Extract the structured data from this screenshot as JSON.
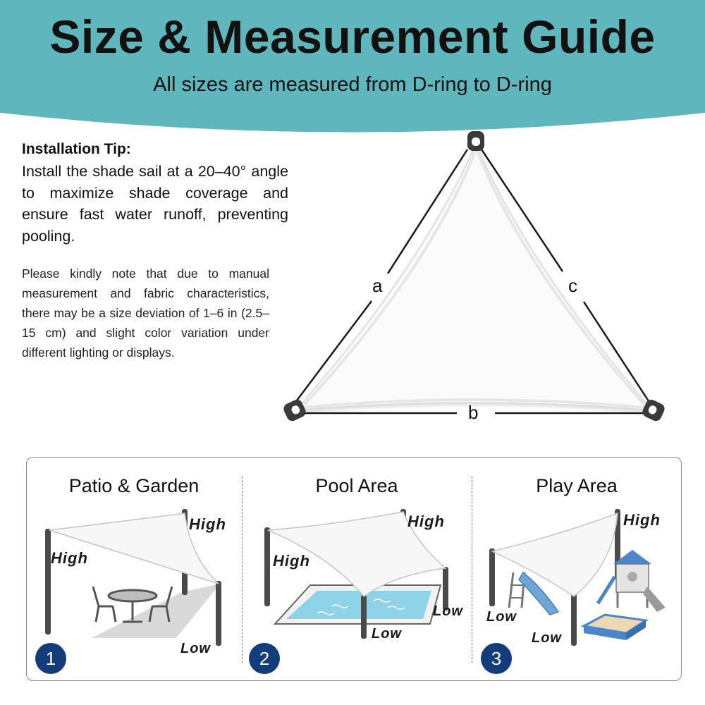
{
  "header": {
    "title": "Size & Measurement Guide",
    "subtitle": "All sizes are measured from D-ring to D-ring",
    "band_color": "#5fb7bd"
  },
  "installation": {
    "heading": "Installation Tip:",
    "body": "Install the shade sail at a 20–40° angle to maximize shade coverage and ensure fast water runoff, preventing pooling."
  },
  "note": "Please kindly note that due to manual measurement and fabric characteristics, there may be a size deviation of 1–6 in (2.5–15 cm) and slight color variation under different lighting or displays.",
  "diagram": {
    "side_a": "a",
    "side_b": "b",
    "side_c": "c",
    "icons": [
      "d-ring-icon",
      "d-ring-icon",
      "d-ring-icon"
    ]
  },
  "scenes": [
    {
      "number": "1",
      "title": "Patio & Garden",
      "labels": {
        "high_right": "High",
        "high_left": "High",
        "low": "Low"
      },
      "icons": [
        "table-icon",
        "chair-icon",
        "chair-icon"
      ]
    },
    {
      "number": "2",
      "title": "Pool Area",
      "labels": {
        "high_right": "High",
        "high_left": "High",
        "low_right": "Low",
        "low_front": "Low"
      },
      "icons": [
        "pool-icon"
      ]
    },
    {
      "number": "3",
      "title": "Play Area",
      "labels": {
        "high_right": "High",
        "low_left": "Low",
        "low_front": "Low"
      },
      "icons": [
        "slide-icon",
        "playhouse-icon",
        "sandbox-icon"
      ]
    }
  ],
  "colors": {
    "badge": "#123d7a",
    "pool_water": "#8fd3e8",
    "playhouse_roof": "#4a86c8"
  }
}
